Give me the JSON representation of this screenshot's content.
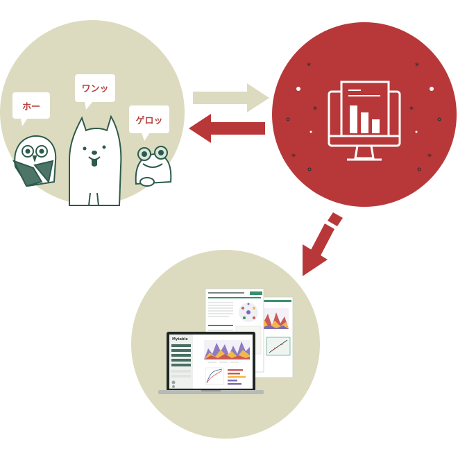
{
  "bubbles": {
    "owl": "ホー",
    "dog": "ワンッ",
    "frog": "ゲロッ"
  },
  "app": {
    "logo": "Mytable"
  },
  "colors": {
    "circle_beige": "#dcdbbf",
    "circle_red": "#b8383a",
    "arrow_light": "#dcdbbf",
    "arrow_red": "#b8383a",
    "ink": "#2d5a4c",
    "bubble_text": "#b8413f",
    "accent_green": "#3a8f6a"
  },
  "icons": {
    "center": "monitor-bar-chart-icon",
    "arrow_right": "arrow-right-icon",
    "arrow_left": "arrow-left-icon",
    "arrow_down": "arrow-down-left-icon"
  }
}
